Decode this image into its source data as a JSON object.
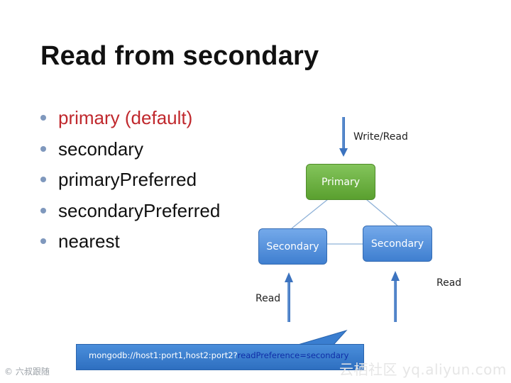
{
  "title": "Read from secondary",
  "bullets": [
    {
      "label": "primary (default)"
    },
    {
      "label": "secondary"
    },
    {
      "label": "primaryPreferred"
    },
    {
      "label": "secondaryPreferred"
    },
    {
      "label": "nearest"
    }
  ],
  "diagram": {
    "primary_label": "Primary",
    "secondary_left_label": "Secondary",
    "secondary_right_label": "Secondary",
    "write_read_label": "Write/Read",
    "read_left_label": "Read",
    "read_right_label": "Read"
  },
  "connection": {
    "uri_prefix": "mongodb://host1:port1,host2:port2?",
    "uri_option": "readPreference=secondary"
  },
  "colors": {
    "default_text": "#c0282d",
    "bullet_dot": "#7f98bd",
    "primary_node": "#5aa02f",
    "secondary_node": "#3f7fd0",
    "uri_bar": "#2e6fc0",
    "uri_option_text": "#0f2ea8"
  },
  "watermarks": {
    "left": "© 六叔跟随",
    "right": "云栖社区 yq.aliyun.com"
  }
}
